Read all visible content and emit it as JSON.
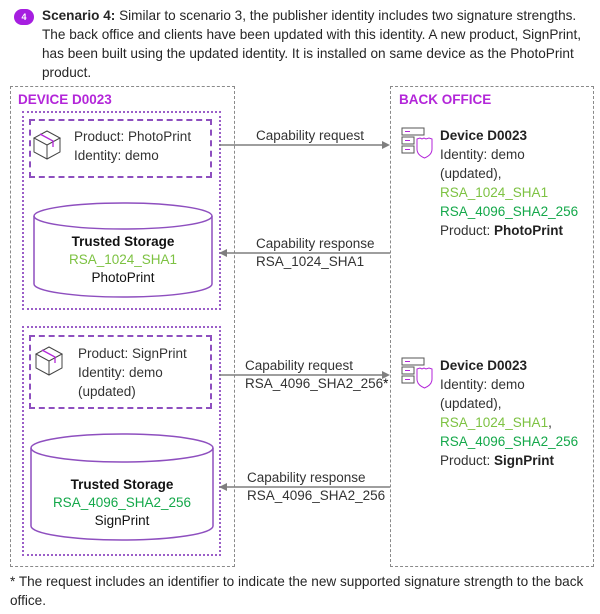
{
  "intro": {
    "badge": "4",
    "heading": "Scenario 4:",
    "text": " Similar to scenario 3, the publisher identity includes two signature strengths. The back office and clients have been updated with this identity. A new product, SignPrint, has been built using the updated identity. It is installed on same device as the PhotoPrint product."
  },
  "device": {
    "title": "DEVICE D0023",
    "scenarios": [
      {
        "product_line": "Product: PhotoPrint",
        "identity_line": "Identity: demo",
        "identity_line2": "",
        "storage": {
          "title": "Trusted Storage",
          "signature": "RSA_1024_SHA1",
          "product": "PhotoPrint"
        }
      },
      {
        "product_line": "Product: SignPrint",
        "identity_line": "Identity: demo",
        "identity_line2": "(updated)",
        "storage": {
          "title": "Trusted Storage",
          "signature": "RSA_4096_SHA2_256",
          "product": "SignPrint"
        }
      }
    ]
  },
  "messages": [
    {
      "label": "Capability request",
      "detail": "",
      "direction": "to-back-office"
    },
    {
      "label": "Capability response",
      "detail": "RSA_1024_SHA1",
      "direction": "to-device"
    },
    {
      "label": "Capability request",
      "detail": "RSA_4096_SHA2_256*",
      "direction": "to-back-office"
    },
    {
      "label": "Capability response",
      "detail": "RSA_4096_SHA2_256",
      "direction": "to-device"
    }
  ],
  "back_office": {
    "title": "BACK OFFICE",
    "records": [
      {
        "device": "Device D0023",
        "identity": "Identity: demo",
        "identity2": "(updated),",
        "sig1": "RSA_1024_SHA1",
        "sig1_suffix": "",
        "sig2": "RSA_4096_SHA2_256",
        "product_prefix": "Product: ",
        "product": "PhotoPrint"
      },
      {
        "device": "Device D0023",
        "identity": "Identity: demo",
        "identity2": "(updated),",
        "sig1": "RSA_1024_SHA1",
        "sig1_suffix": ",",
        "sig2": "RSA_4096_SHA2_256",
        "product_prefix": "Product: ",
        "product": "SignPrint"
      }
    ]
  },
  "colors": {
    "accent_purple": "#b326d9",
    "sig_lightgreen": "#7dc242",
    "sig_green": "#14a84a"
  },
  "footnote": "* The request includes an identifier to indicate the new supported signature strength to the back office."
}
